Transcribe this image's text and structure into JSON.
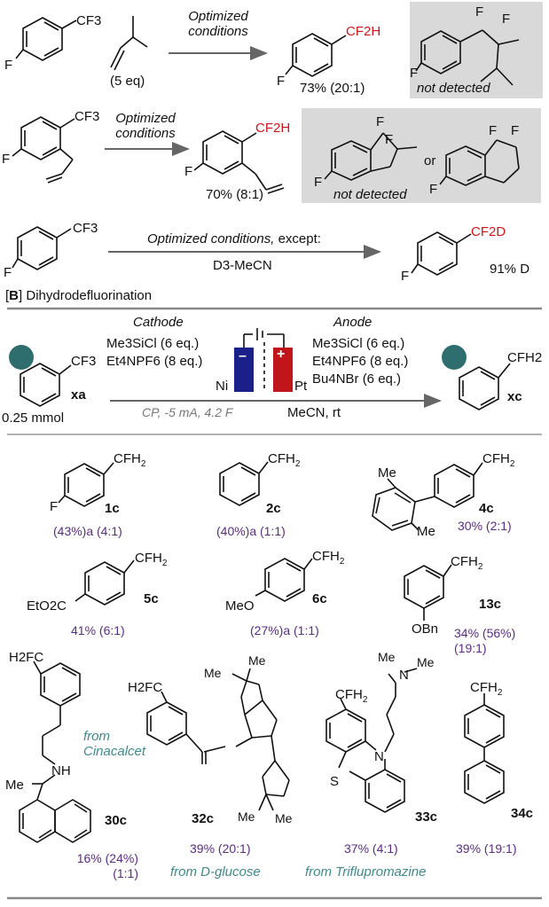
{
  "section_a": {
    "row1": {
      "cf3": "CF3",
      "f": "F",
      "reagent_eq": "(5 eq)",
      "arrow_label": "Optimized conditions",
      "product_group": "CF2H",
      "product_f": "F",
      "yield": "73% (20:1)",
      "byproduct_f1": "F",
      "byproduct_f2": "F",
      "byproduct_ar_f": "F",
      "byproduct_note": "not detected"
    },
    "row2": {
      "cf3": "CF3",
      "f": "F",
      "arrow_label": "Optimized conditions",
      "product_group": "CF2H",
      "product_f": "F",
      "yield": "70% (8:1)",
      "byproduct_f1": "F",
      "byproduct_f2": "F",
      "byproduct_ar_f": "F",
      "or": "or",
      "byproduct2_f1": "F",
      "byproduct2_f2": "F",
      "byproduct2_ar_f": "F",
      "byproduct_note": "not detected"
    },
    "row3": {
      "cf3": "CF3",
      "f": "F",
      "arrow_label_main": "Optimized conditions,",
      "arrow_label_tail": " except:",
      "arrow_below": "D3-MeCN",
      "product_group": "CF2D",
      "product_f": "F",
      "incorporation": "91% D"
    }
  },
  "section_b": {
    "label_letter": "B",
    "label_text": " Dihydrodefluorination",
    "substrate_group": "CF3",
    "substrate_label": "xa",
    "scale": "0.25 mmol",
    "cathode_title": "Cathode",
    "cathode_reagents": [
      "Me3SiCl (6 eq.)",
      "Et4NPF6 (8 eq.)"
    ],
    "anode_title": "Anode",
    "anode_reagents": [
      "Me3SiCl (6 eq.)",
      "Et4NPF6 (8 eq.)",
      "Bu4NBr (6 eq.)"
    ],
    "cathode_metal": "Ni",
    "anode_metal": "Pt",
    "electrode_minus": "–",
    "electrode_plus": "+",
    "conditions_italic": "CP, -5 mA, 4.2 F",
    "conditions_plain": "MeCN, rt",
    "product_group": "CFH2",
    "product_label": "xc"
  },
  "scope": [
    {
      "id": "1c",
      "yield": "(43%)a (4:1)",
      "substituent": "F"
    },
    {
      "id": "2c",
      "yield": "(40%)a (1:1)"
    },
    {
      "id": "4c",
      "yield": "30% (2:1)",
      "substituents": [
        "Me",
        "Me"
      ]
    },
    {
      "id": "5c",
      "yield": "41% (6:1)",
      "substituent": "EtO2C"
    },
    {
      "id": "6c",
      "yield": "(27%)a (1:1)",
      "substituent": "MeO"
    },
    {
      "id": "13c",
      "yield": "34% (56%) (19:1)",
      "substituent": "OBn"
    },
    {
      "id": "30c",
      "yield": "16% (24%) (1:1)",
      "source": "from Cinacalcet",
      "atoms": [
        "H2FC",
        "NH",
        "Me"
      ]
    },
    {
      "id": "32c",
      "yield": "39% (20:1)",
      "source": "from D-glucose",
      "atoms": [
        "H2FC",
        "Me",
        "Me",
        "Me",
        "Me"
      ]
    },
    {
      "id": "33c",
      "yield": "37% (4:1)",
      "source": "from Triflupromazine",
      "atoms": [
        "Me",
        "Me",
        "N",
        "N",
        "S",
        "CFH2"
      ]
    },
    {
      "id": "34c",
      "yield": "39% (19:1)",
      "atoms": [
        "CFH2"
      ]
    }
  ],
  "colors": {
    "red": "#d0161b",
    "purple": "#5b2c86",
    "teal": "#3f8a8c",
    "gray_box": "#d9d9d9",
    "node": "#2e6e6e",
    "cathode": "#1a1f8a",
    "anode": "#c0161b"
  }
}
